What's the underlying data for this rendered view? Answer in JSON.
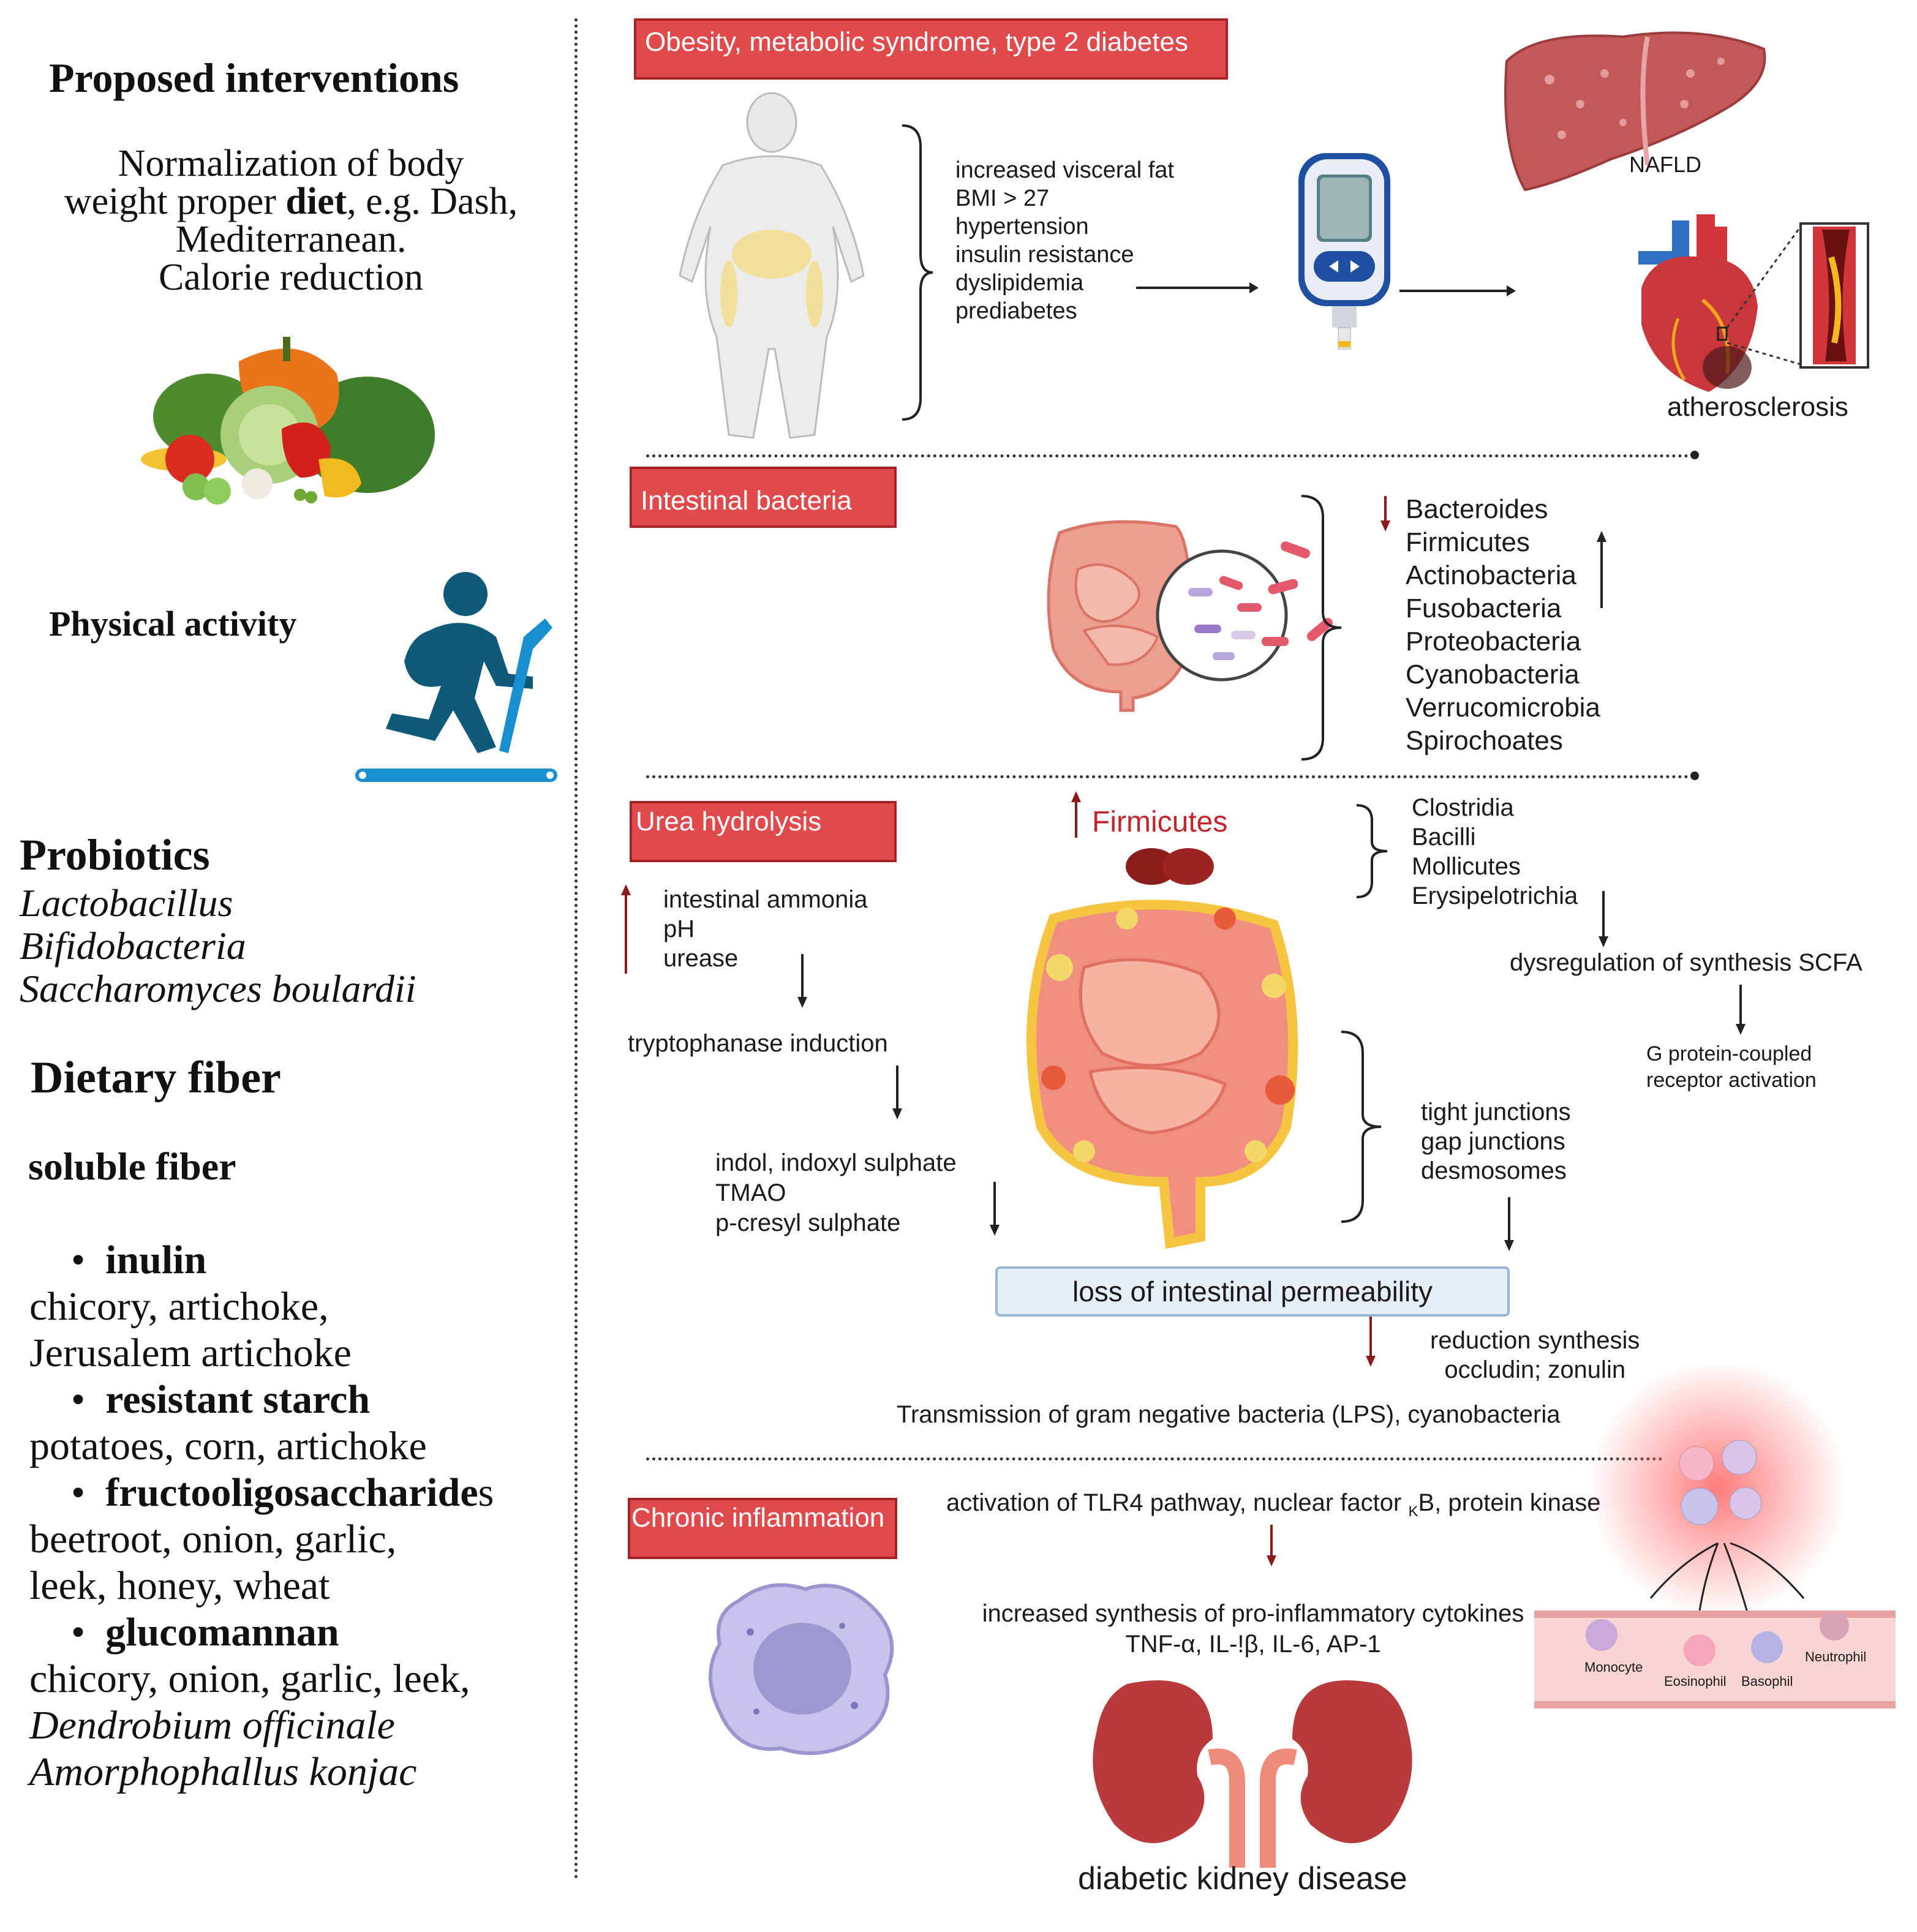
{
  "left": {
    "heading": "Proposed interventions",
    "diet_lines": [
      "Normalization of body",
      "weight proper ",
      "diet",
      ", e.g. Dash,",
      "Mediterranean.",
      "Calorie reduction"
    ],
    "physical_activity": "Physical activity",
    "probiotics_heading": "Probiotics",
    "probiotics": [
      "Lactobacillus",
      "Bifidobacteria",
      "Saccharomyces boulardii"
    ],
    "fiber_heading": "Dietary fiber",
    "soluble_heading": "soluble fiber",
    "fibers": [
      {
        "name": "inulin",
        "suffix": "",
        "sources": [
          "chicory, artichoke,",
          "Jerusalem artichoke"
        ]
      },
      {
        "name": "resistant starch",
        "suffix": "",
        "sources": [
          "potatoes, corn, artichoke"
        ]
      },
      {
        "name": "fructooligosaccharide",
        "suffix": "s",
        "sources": [
          "beetroot, onion, garlic,",
          "leek, honey, wheat"
        ]
      },
      {
        "name": "glucomannan",
        "suffix": "",
        "sources": [
          "chicory, onion, garlic, leek,"
        ]
      }
    ],
    "glucomannan_italic": [
      "Dendrobium officinale",
      "Amorphophallus konjac"
    ]
  },
  "section1": {
    "title": "Obesity, metabolic syndrome, type 2 diabetes",
    "factors": [
      "increased visceral fat",
      "BMI > 27",
      "hypertension",
      "insulin resistance",
      "dyslipidemia",
      "prediabetes"
    ],
    "nafld": "NAFLD",
    "atherosclerosis": "atherosclerosis"
  },
  "section2": {
    "title": "Intestinal bacteria",
    "bacteria": [
      "Bacteroides",
      "Firmicutes",
      "Actinobacteria",
      "Fusobacteria",
      "Proteobacteria",
      "Cyanobacteria",
      "Verrucomicrobia",
      "Spirochoates"
    ]
  },
  "section3": {
    "title": "Urea hydrolysis",
    "urea_effects": [
      "intestinal ammonia",
      "pH",
      "urease"
    ],
    "tryptophanase": "tryptophanase induction",
    "toxins": [
      "indol, indoxyl sulphate",
      "TMAO",
      "p-cresyl sulphate"
    ],
    "firmicutes": "Firmicutes",
    "classes": [
      "Clostridia",
      "Bacilli",
      "Mollicutes",
      "Erysipelotrichia"
    ],
    "scfa": "dysregulation of synthesis SCFA",
    "gpcr": [
      "G protein-coupled",
      "receptor activation"
    ],
    "junctions": [
      "tight junctions",
      "gap junctions",
      "desmosomes"
    ],
    "permeability": "loss of intestinal permeability",
    "reduction": [
      "reduction synthesis",
      "occludin; zonulin"
    ],
    "transmission": "Transmission of gram negative bacteria (LPS), cyanobacteria"
  },
  "section4": {
    "title": "Chronic inflammation",
    "activation_pre": "activation of TLR4 pathway, nuclear factor ",
    "activation_sub": "K",
    "activation_post": "B, protein kinase",
    "cytokines": [
      "increased synthesis of pro-inflammatory cytokines",
      "TNF-α, IL-!β, IL-6, AP-1"
    ],
    "cells": [
      "Monocyte",
      "Eosinophil",
      "Basophil",
      "Neutrophil"
    ],
    "dkd": "diabetic kidney disease"
  },
  "colors": {
    "red_box": "#e04a4c",
    "red_border": "#a52325",
    "dark_red_arrow": "#8b1a1a",
    "runner": "#0f5a78",
    "treadmill": "#1a8fd0",
    "kidney": "#b83a3c"
  }
}
